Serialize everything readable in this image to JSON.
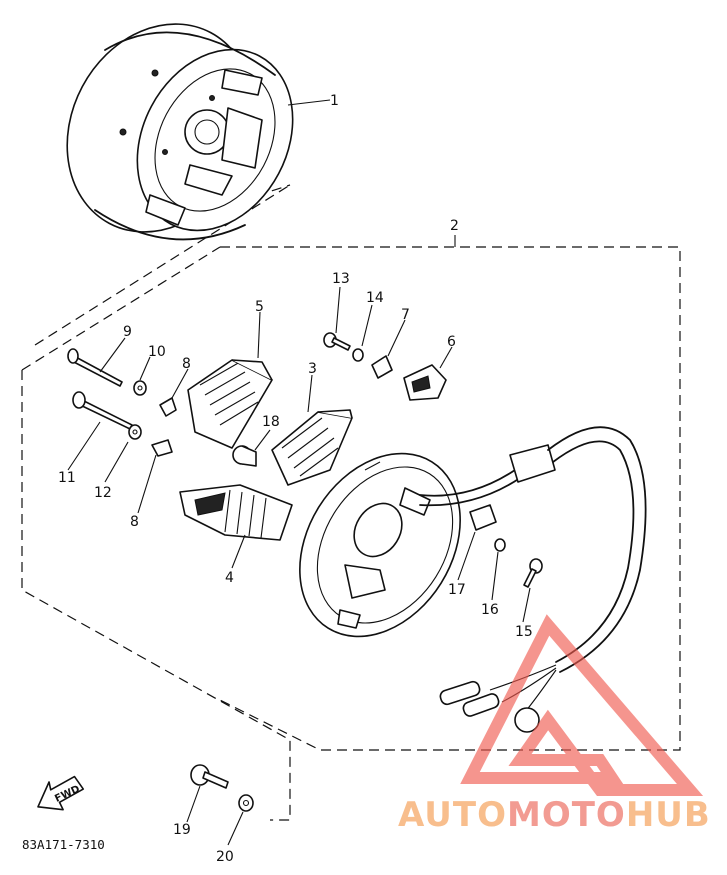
{
  "diagram": {
    "part_labels": [
      "1",
      "2",
      "3",
      "4",
      "5",
      "6",
      "7",
      "8",
      "9",
      "10",
      "11",
      "12",
      "8",
      "13",
      "14",
      "15",
      "16",
      "17",
      "18",
      "19",
      "20"
    ],
    "drawing_code": "83A171-7310",
    "fwd_label": "FWD"
  },
  "watermark": {
    "brand_auto": "AUTO",
    "brand_moto": "MOTO",
    "brand_hub": "HUB",
    "colors": {
      "auto": "#f7b37a",
      "moto": "#f08a80",
      "hub": "#f7b37a",
      "triangle": "#f05a4f"
    }
  }
}
